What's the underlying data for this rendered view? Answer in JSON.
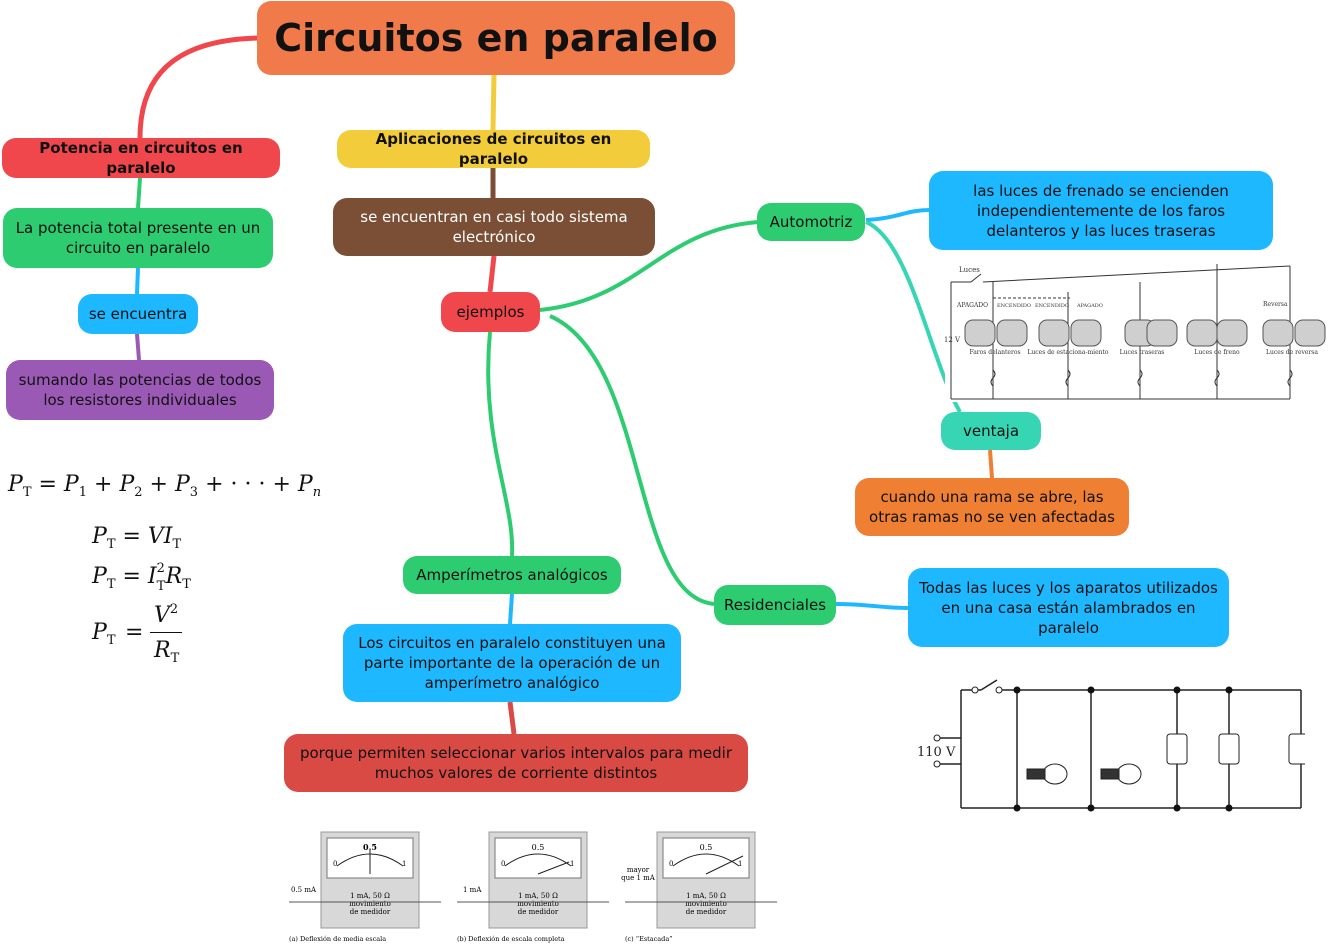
{
  "colors": {
    "root": "#f07a4a",
    "red": "#f0474d",
    "green": "#2ecc71",
    "blue": "#1db8ff",
    "purple": "#9b59b6",
    "yellow": "#f2cc3a",
    "brown": "#7b4f35",
    "teal": "#36d6b5",
    "orange": "#ef7f32",
    "darkred": "#d84a43"
  },
  "root": {
    "title": "Circuitos en paralelo"
  },
  "left": {
    "potencia": "Potencia en circuitos en paralelo",
    "total": "La potencia total presente en un circuito en paralelo",
    "encuentra": "se encuentra",
    "sumando": "sumando las potencias de todos los resistores individuales"
  },
  "center": {
    "aplicaciones": "Aplicaciones de circuitos en paralelo",
    "sistema": "se encuentran en casi todo sistema electrónico",
    "ejemplos": "ejemplos",
    "amperimetros": "Amperímetros analógicos",
    "constituyen": "Los circuitos en paralelo constituyen una parte importante de la operación de un amperímetro analógico",
    "porque": "porque permiten seleccionar varios intervalos para medir muchos valores de corriente distintos"
  },
  "right": {
    "automotriz": "Automotriz",
    "luces": "las luces de frenado se encienden independientemente de los faros delanteros y las luces traseras",
    "ventaja": "ventaja",
    "rama": "cuando una rama se abre, las otras ramas no se ven afectadas",
    "residenciales": "Residenciales",
    "todas": "Todas las luces y los aparatos utilizados en una casa están alambrados en paralelo"
  },
  "formulas": {
    "sum": {
      "P": "P",
      "T": "T",
      "eq": "=",
      "p1": "P",
      "s1": "1",
      "p2": "P",
      "s2": "2",
      "p3": "P",
      "s3": "3",
      "dots": "+ · · · +",
      "pn": "P",
      "sn": "n"
    },
    "vi": {
      "lhs": "P",
      "T": "T",
      "rhs": "VI",
      "rT": "T"
    },
    "i2r": {
      "lhs": "P",
      "T": "T",
      "i": "I",
      "iT": "T",
      "two": "2",
      "r": "R",
      "rT": "T"
    },
    "v2r": {
      "lhs": "P",
      "T": "T",
      "v": "V",
      "two": "2",
      "r": "R",
      "rT": "T"
    }
  },
  "auto_figure": {
    "luces": "Luces",
    "apagado1": "APAGADO",
    "encendido1": "ENCENDIDO",
    "encendido2": "ENCENDIDO",
    "apagado2": "APAGADO",
    "reversa": "Reversa",
    "volt": "+12 V",
    "labels": [
      "Faros delanteros",
      "Luces de estaciona-miento",
      "Luces traseras",
      "Luces de freno",
      "Luces de reversa"
    ]
  },
  "home_figure": {
    "volt": "110 V"
  },
  "meters": [
    {
      "reading": "0.5",
      "zero": "0",
      "one": "1",
      "spec": "1 mA, 50 Ω",
      "move": "movimiento",
      "of": "de medidor",
      "input": "0.5 mA",
      "caption": "(a) Deflexión de media escala"
    },
    {
      "reading": "0.5",
      "zero": "0",
      "one": "1",
      "spec": "1 mA, 50 Ω",
      "move": "movimiento",
      "of": "de medidor",
      "input": "1 mA",
      "caption": "(b) Deflexión de escala completa"
    },
    {
      "reading": "0.5",
      "zero": "0",
      "one": "1",
      "spec": "1 mA, 50 Ω",
      "move": "movimiento",
      "of": "de medidor",
      "input": "mayor que 1 mA",
      "caption": "(c) “Estacada”"
    }
  ]
}
